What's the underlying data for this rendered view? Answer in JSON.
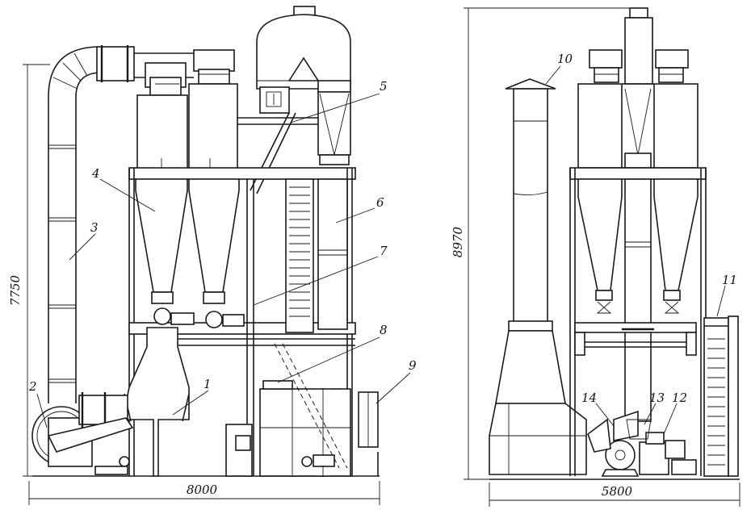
{
  "dimensions": {
    "left_height": "7750",
    "left_width": "8000",
    "right_height": "8970",
    "right_width": "5800"
  },
  "callouts": [
    "1",
    "2",
    "3",
    "4",
    "5",
    "6",
    "7",
    "8",
    "9",
    "10",
    "11",
    "12",
    "13",
    "14"
  ]
}
